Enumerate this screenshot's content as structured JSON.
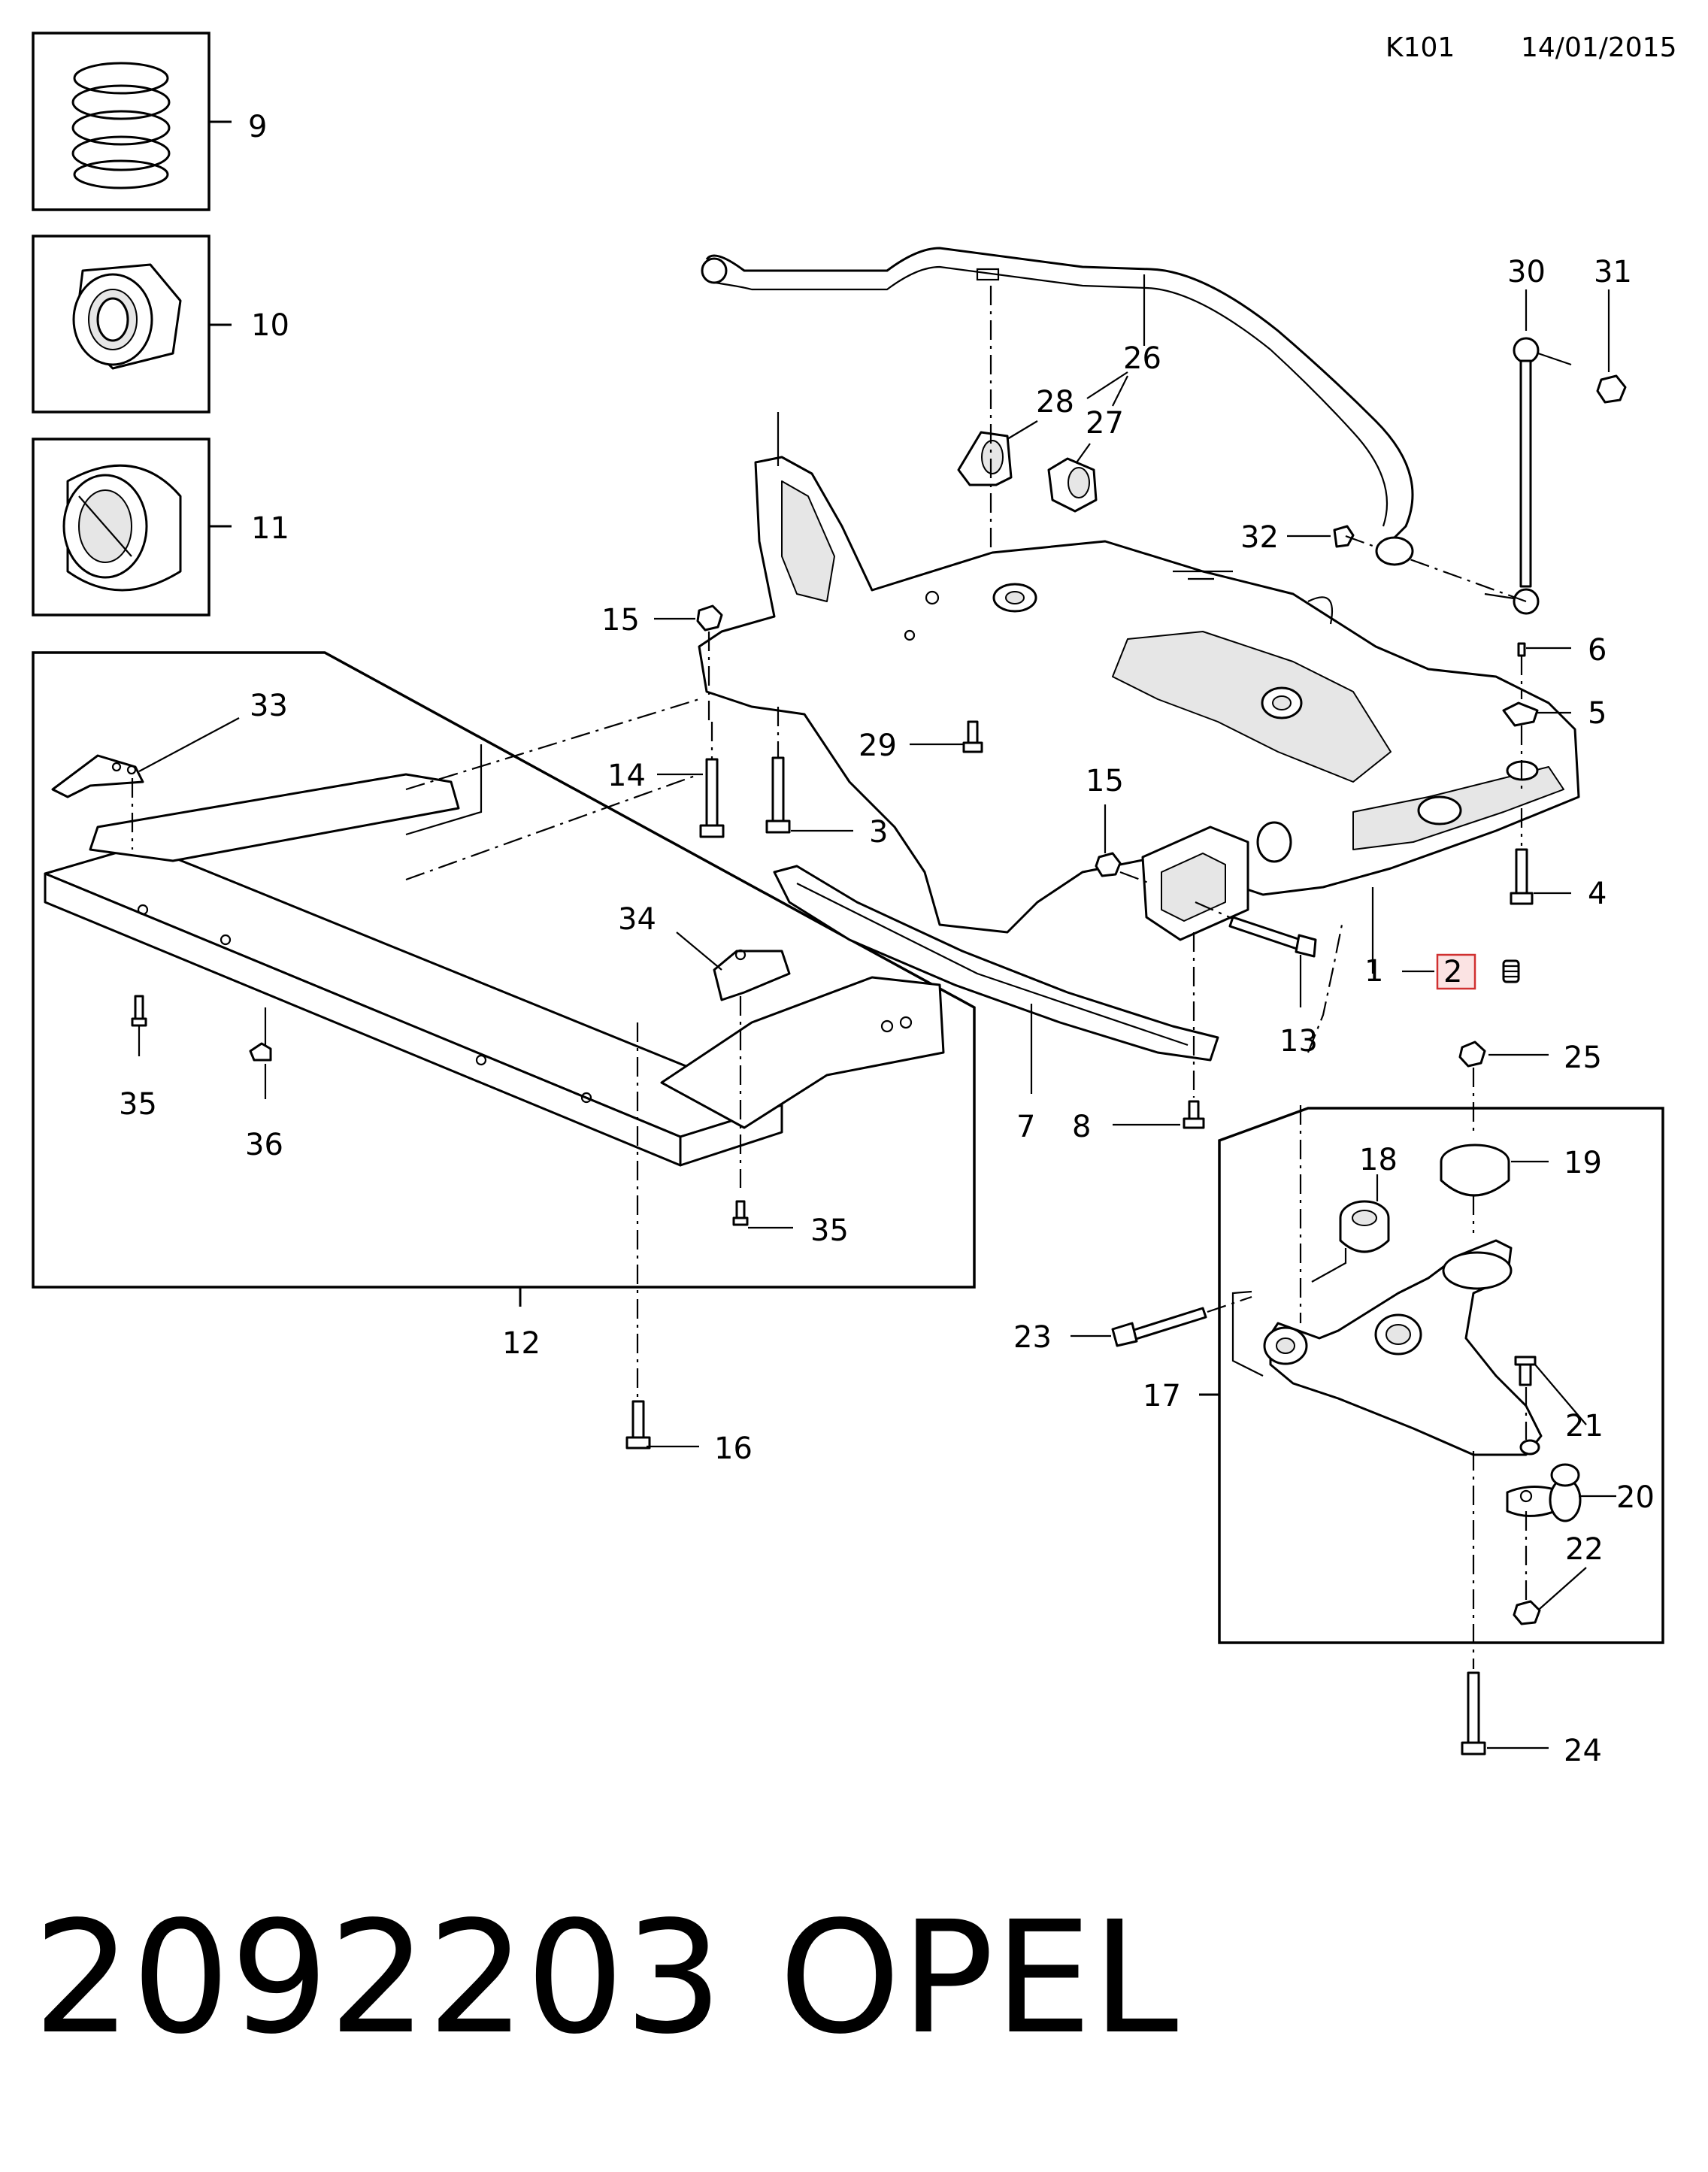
{
  "header": {
    "code": "K101",
    "date": "14/01/2015"
  },
  "footer": {
    "part_number": "2092203",
    "brand": "OPEL"
  },
  "callouts": {
    "c1": "1",
    "c2": "2",
    "c3": "3",
    "c4": "4",
    "c5": "5",
    "c6": "6",
    "c7": "7",
    "c8": "8",
    "c9": "9",
    "c10": "10",
    "c11": "11",
    "c12": "12",
    "c13": "13",
    "c14": "14",
    "c15a": "15",
    "c15b": "15",
    "c16": "16",
    "c17": "17",
    "c18": "18",
    "c19": "19",
    "c20": "20",
    "c21": "21",
    "c22": "22",
    "c23": "23",
    "c24": "24",
    "c25": "25",
    "c26": "26",
    "c27": "27",
    "c28": "28",
    "c29": "29",
    "c30": "30",
    "c31": "31",
    "c32": "32",
    "c33": "33",
    "c34": "34",
    "c35a": "35",
    "c35b": "35",
    "c36": "36"
  },
  "highlight": {
    "callout": "2",
    "color": "#d03030",
    "fill": "#fbe3e3"
  }
}
